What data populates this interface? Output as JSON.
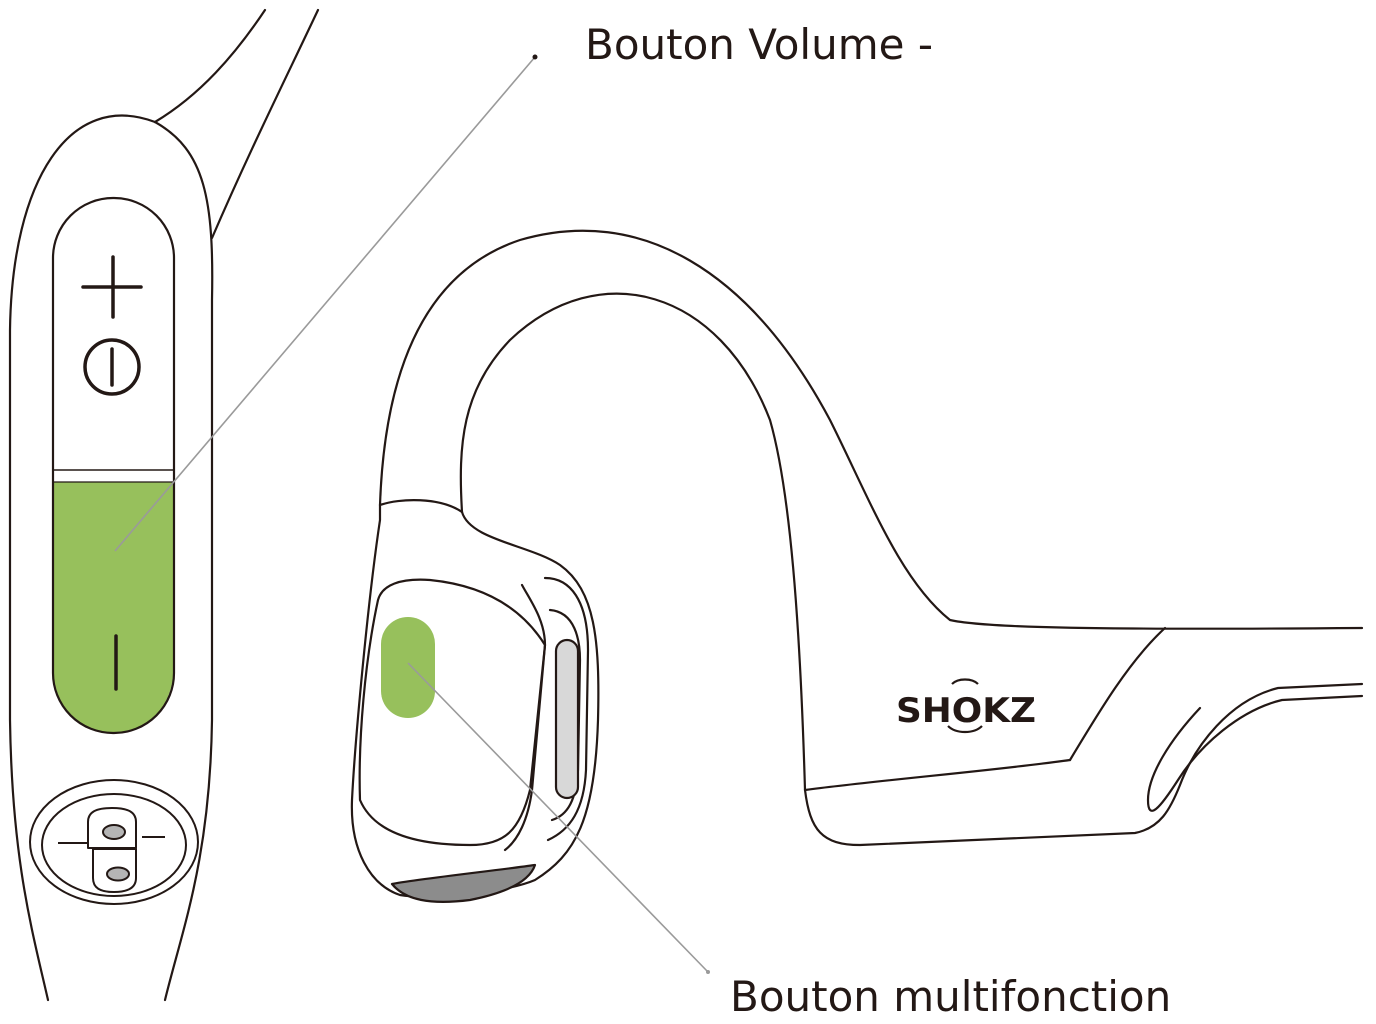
{
  "labels": {
    "volume_minus_button": "Bouton Volume -",
    "multifunction_button": "Bouton multifonction"
  },
  "logo": {
    "brand": "SHOKZ"
  },
  "colors": {
    "highlight_green": "#97C05C",
    "outline": "#231815",
    "leader_line_gray": "#9a9a9a",
    "background": "#ffffff"
  },
  "icons": {
    "plus_symbol": "plus-icon",
    "power_symbol": "power-icon",
    "minus_symbol": "minus-icon",
    "charging_port": "charging-port-icon"
  }
}
